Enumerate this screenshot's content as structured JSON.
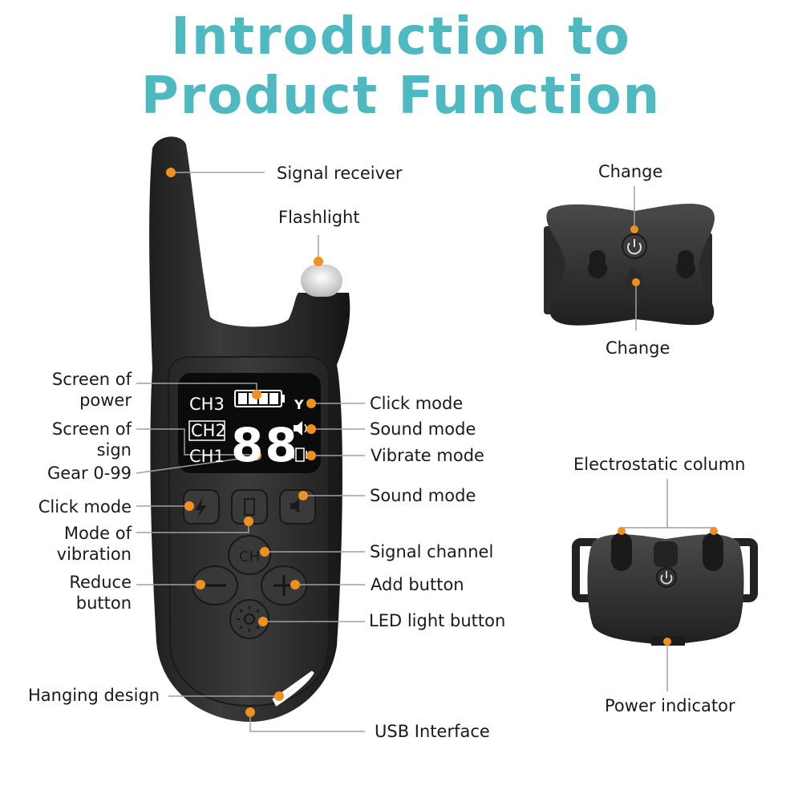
{
  "title": {
    "line1": "Introduction to",
    "line2": "Product Function"
  },
  "colors": {
    "title": "#4fb9c2",
    "accent": "#f0901e",
    "device": "#2b2b2b"
  },
  "screen": {
    "channel_top": "CH3",
    "channel_mid": "CH2",
    "channel_bot": "CH1",
    "gear_value": "88",
    "click_symbol": "Y"
  },
  "buttons": {
    "ch_label": "CH"
  },
  "labels": {
    "signal_receiver": "Signal receiver",
    "flashlight": "Flashlight",
    "screen_power_1": "Screen of",
    "screen_power_2": "power",
    "screen_sign_1": "Screen of",
    "screen_sign_2": "sign",
    "gear": "Gear 0-99",
    "click_mode_left": "Click mode",
    "vibration_1": "Mode of",
    "vibration_2": "vibration",
    "reduce_1": "Reduce",
    "reduce_2": "button",
    "hanging": "Hanging design",
    "usb": "USB Interface",
    "click_mode_right": "Click mode",
    "sound_mode_1": "Sound mode",
    "vibrate_mode": "Vibrate mode",
    "sound_mode_2": "Sound mode",
    "signal_channel": "Signal channel",
    "add_button": "Add button",
    "led_button": "LED light button",
    "change_top": "Change",
    "change_bottom": "Change",
    "electrostatic": "Electrostatic column",
    "power_indicator": "Power indicator"
  },
  "icons": [
    "lightning-icon",
    "vibration-icon",
    "speaker-icon",
    "minus-icon",
    "plus-icon",
    "sun-icon",
    "power-icon",
    "battery-icon"
  ]
}
